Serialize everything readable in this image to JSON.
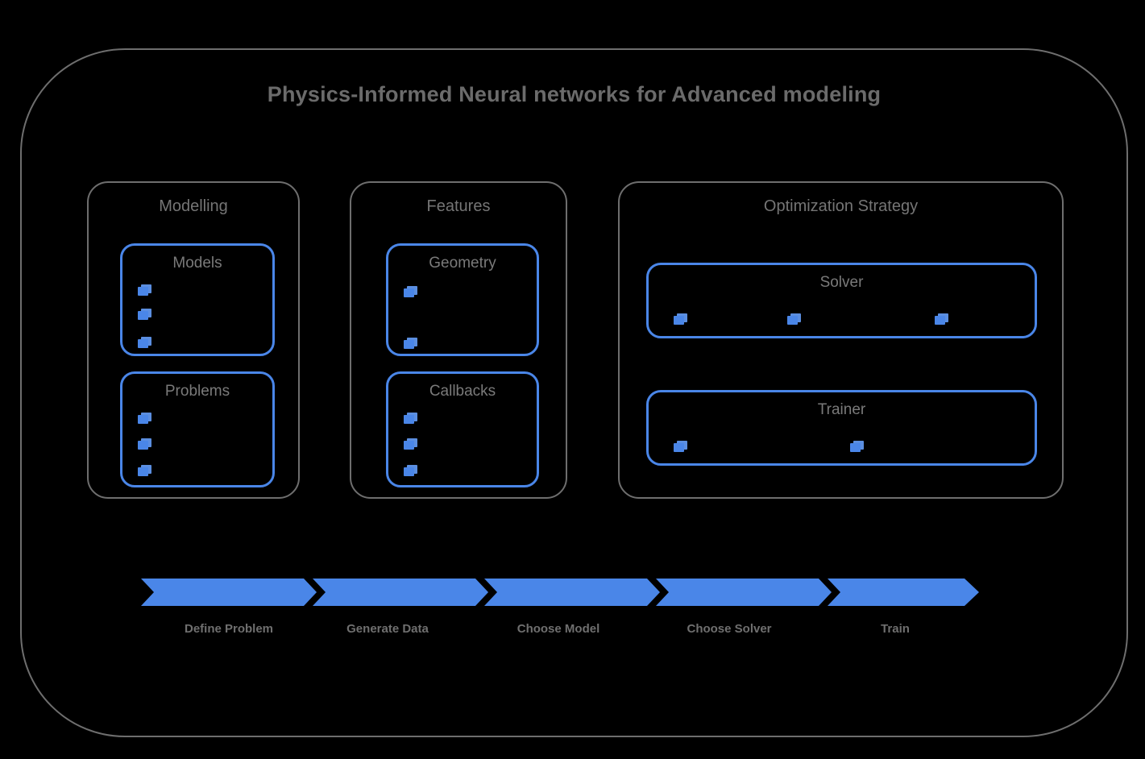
{
  "diagram": {
    "title": "Physics-Informed Neural networks for Advanced modeling",
    "colors": {
      "background": "#000000",
      "frame_border": "#6e6e6e",
      "card_border": "#4a86e8",
      "accent": "#4a86e8",
      "title_text": "#6b6b6b",
      "label_text": "#757575"
    }
  },
  "sections": [
    {
      "name": "modelling",
      "title": "Modelling",
      "cards": [
        {
          "name": "models",
          "title": "Models",
          "marker_count": 3,
          "marker_icon": "layers-icon"
        },
        {
          "name": "problems",
          "title": "Problems",
          "marker_count": 3,
          "marker_icon": "layers-icon"
        }
      ]
    },
    {
      "name": "features",
      "title": "Features",
      "cards": [
        {
          "name": "geometry",
          "title": "Geometry",
          "marker_count": 2,
          "marker_icon": "layers-icon"
        },
        {
          "name": "callbacks",
          "title": "Callbacks",
          "marker_count": 3,
          "marker_icon": "layers-icon"
        }
      ]
    },
    {
      "name": "optimization-strategy",
      "title": "Optimization Strategy",
      "cards": [
        {
          "name": "solver",
          "title": "Solver",
          "marker_count": 3,
          "marker_icon": "layers-icon"
        },
        {
          "name": "trainer",
          "title": "Trainer",
          "marker_count": 2,
          "marker_icon": "layers-icon"
        }
      ]
    }
  ],
  "flow": {
    "steps": [
      {
        "label": "Define Problem"
      },
      {
        "label": "Generate Data"
      },
      {
        "label": "Choose Model"
      },
      {
        "label": "Choose Solver"
      },
      {
        "label": "Train"
      }
    ]
  }
}
